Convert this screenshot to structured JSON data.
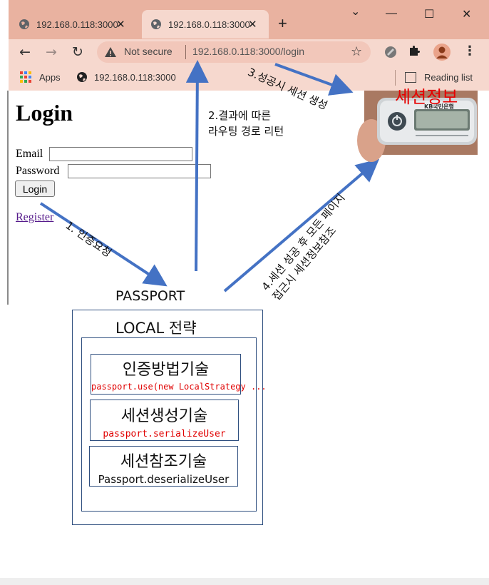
{
  "browser": {
    "tabs": [
      {
        "title": "192.168.0.118:3000",
        "active": false
      },
      {
        "title": "192.168.0.118:3000",
        "active": true
      }
    ],
    "new_tab": "+",
    "window_controls": {
      "dropdown": "⌄",
      "minimize": "—",
      "maximize": "☐",
      "close": "✕"
    },
    "omnibox": {
      "security_label": "Not secure",
      "url": "192.168.0.118:3000/login"
    },
    "bookmarks": {
      "apps_label": "Apps",
      "site_label": "192.168.0.118:3000",
      "reading_list": "Reading list"
    },
    "chrome_color": "#e9b2a0",
    "toolbar_color": "#f6d8ce"
  },
  "page": {
    "heading": "Login",
    "email_label": "Email",
    "password_label": "Password",
    "login_button": "Login",
    "register_link": "Register"
  },
  "diagram": {
    "step1": "1. 인증요청",
    "step2_line1": "2.결과에 따른",
    "step2_line2": "라우팅 경로 리턴",
    "step3": "3.성공시 세션 생성",
    "step4_line1": "4.세션 성공 후 모든 페이지",
    "step4_line2": "접근시 세션정보참조",
    "passport": "PASSPORT",
    "local_strategy": "LOCAL 전략",
    "techniques": [
      {
        "name": "인증방법기술",
        "code": "passport.use(new LocalStrategy ..."
      },
      {
        "name": "세션생성기술",
        "code": "passport.serializeUser"
      },
      {
        "name": "세션참조기술",
        "code": "Passport.deserializeUser"
      }
    ],
    "session_info": "세션정보",
    "otp_bank": "KB국민은행",
    "arrow_color": "#4472c4",
    "code_color": "#e00000",
    "session_title_color": "#e60000"
  }
}
